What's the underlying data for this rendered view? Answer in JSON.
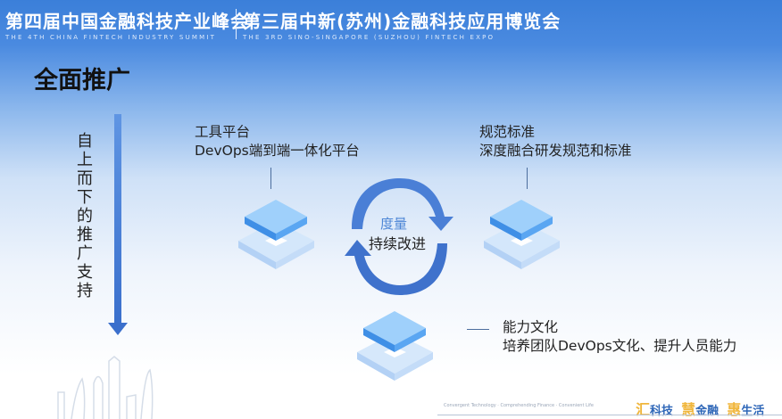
{
  "header": {
    "left_cn": "第四届中国金融科技产业峰会",
    "left_en": "THE 4TH CHINA FINTECH INDUSTRY SUMMIT",
    "right_cn": "第三届中新(苏州)金融科技应用博览会",
    "right_en": "THE 3RD SINO-SINGAPORE (SUZHOU) FINTECH EXPO"
  },
  "slide": {
    "title": "全面推广",
    "vertical_label": "自上而下的推广支持",
    "cycle": {
      "top": "度量",
      "bottom": "持续改进"
    },
    "blocks": [
      {
        "title": "工具平台",
        "subtitle": "DevOps端到端一体化平台"
      },
      {
        "title": "规范标准",
        "subtitle": "深度融合研发规范和标准"
      },
      {
        "title": "能力文化",
        "subtitle": "培养团队DevOps文化、提升人员能力"
      }
    ]
  },
  "footer": {
    "slogan_en": "Convergent Technology · Comprehending Finance · Convenient Life",
    "slogan_cn": [
      {
        "mark": "汇",
        "text": "科技"
      },
      {
        "mark": "慧",
        "text": "金融"
      },
      {
        "mark": "惠",
        "text": "生活"
      }
    ]
  },
  "colors": {
    "header_blue": "#3b7fd9",
    "arrow_blue": "#3a6fcc",
    "accent_yellow": "#f0b63c"
  }
}
